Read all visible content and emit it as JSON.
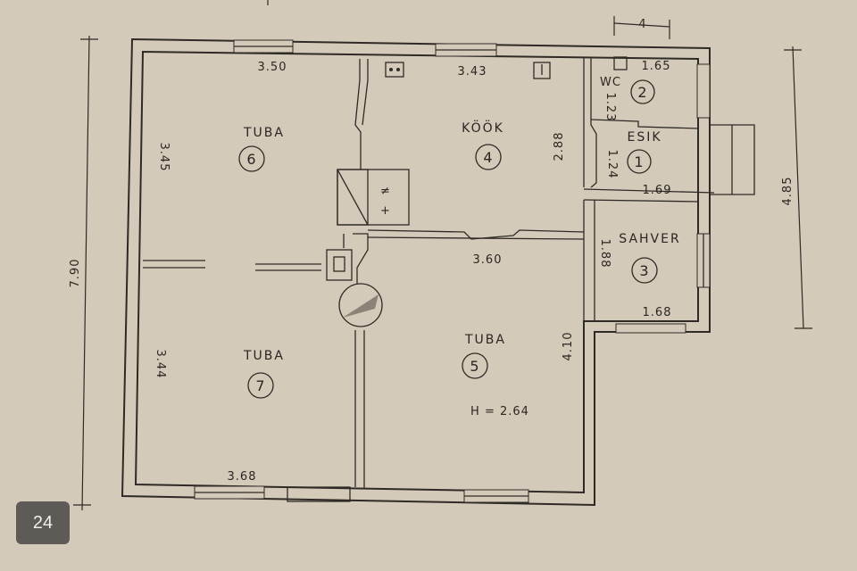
{
  "rooms": [
    {
      "name": "TUBA",
      "number": "6"
    },
    {
      "name": "KÖÖK",
      "number": "4"
    },
    {
      "name": "WC",
      "number": "2"
    },
    {
      "name": "ESIK",
      "number": "1"
    },
    {
      "name": "SAHVER",
      "number": "3"
    },
    {
      "name": "TUBA",
      "number": "7"
    },
    {
      "name": "TUBA",
      "number": "5",
      "height_label": "H = 2.64"
    }
  ],
  "dimensions": {
    "overall_height": "7.90",
    "right_height": "4.85",
    "top_offset": "4",
    "room6_width": "3.50",
    "room6_height": "3.45",
    "kitchen_width": "3.43",
    "kitchen_height": "2.88",
    "wc_width": "1.65",
    "wc_height": "1.23",
    "esik_height": "1.24",
    "esik_width": "1.69",
    "sahver_height": "1.88",
    "sahver_width": "1.68",
    "room5_width": "3.60",
    "room5_height": "4.10",
    "room7_height": "3.44",
    "room7_width": "3.68"
  },
  "page_number": "24",
  "colors": {
    "paper": "#d4cab9",
    "ink": "#2e2a26",
    "badge": "#5e5a55"
  }
}
